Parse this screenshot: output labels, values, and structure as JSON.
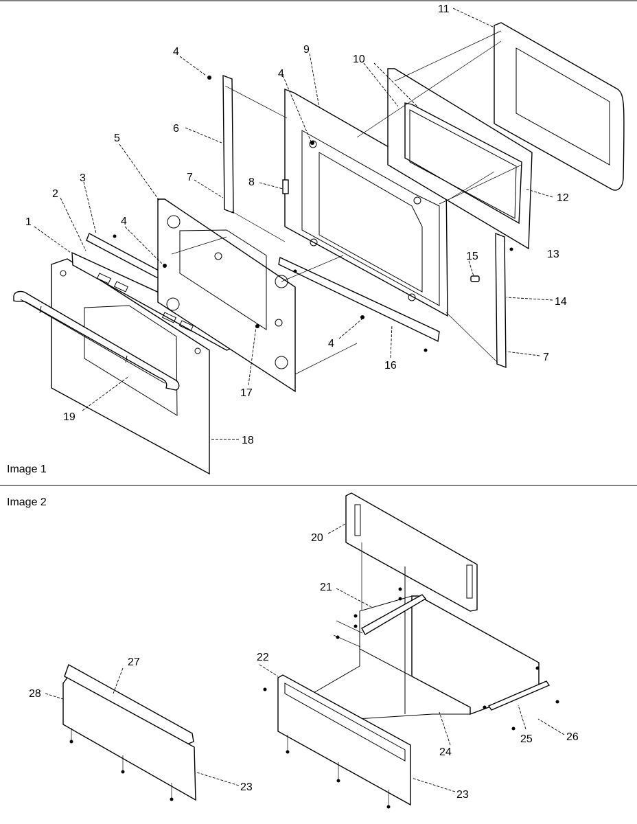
{
  "image1": {
    "title": "Image 1",
    "callouts": {
      "c1": "1",
      "c2": "2",
      "c3": "3",
      "c4a": "4",
      "c4b": "4",
      "c4c": "4",
      "c4d": "4",
      "c5": "5",
      "c6": "6",
      "c7a": "7",
      "c7b": "7",
      "c8": "8",
      "c9": "9",
      "c10": "10",
      "c11": "11",
      "c12": "12",
      "c13": "13",
      "c14": "14",
      "c15": "15",
      "c16": "16",
      "c17": "17",
      "c18": "18",
      "c19": "19"
    }
  },
  "image2": {
    "title": "Image 2",
    "callouts": {
      "c20": "20",
      "c21": "21",
      "c22": "22",
      "c23a": "23",
      "c23b": "23",
      "c24": "24",
      "c25": "25",
      "c26": "26",
      "c27": "27",
      "c28": "28"
    }
  }
}
